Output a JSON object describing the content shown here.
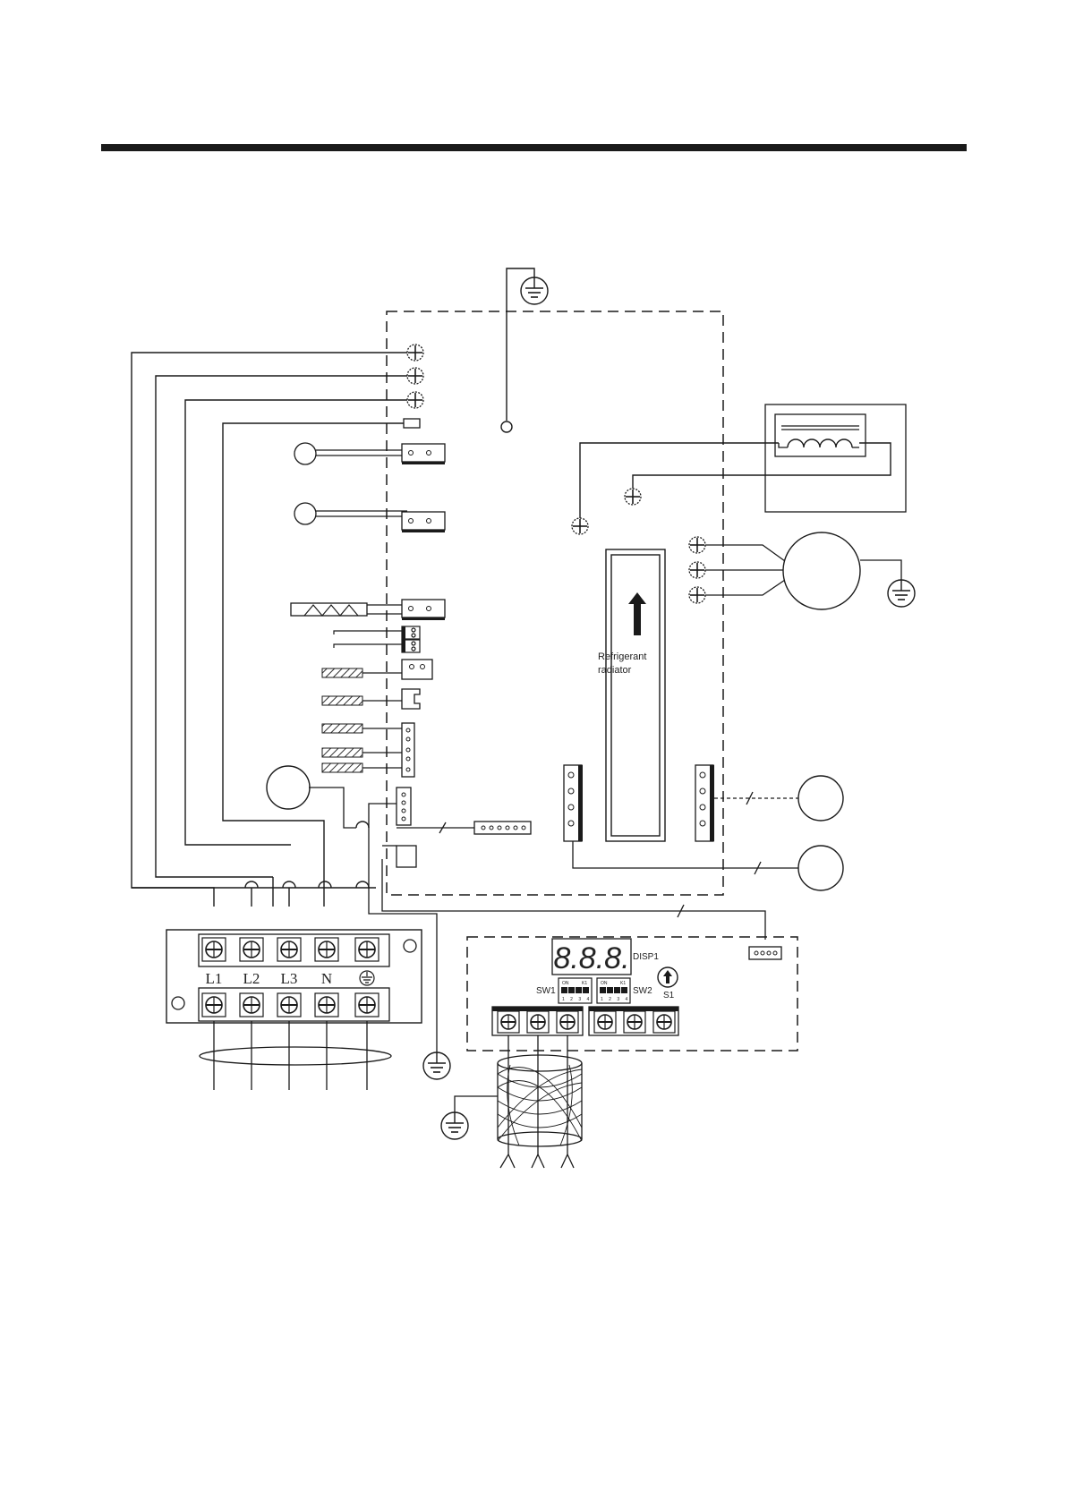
{
  "labels": {
    "refrigerant_line1": "Refrigerant",
    "refrigerant_line2": "radiator",
    "disp": "DISP1",
    "sw1": "SW1",
    "sw2": "SW2",
    "s1": "S1",
    "dip_on": "ON",
    "dip_k": "K1",
    "dip_numbers": "1 2 3 4",
    "display_digits": "8.8.8.",
    "t_l1": "L1",
    "t_l2": "L2",
    "t_l3": "L3",
    "t_n": "N"
  },
  "icons": {
    "terminal_screw": "terminal-screw-icon",
    "earth": "earth-ground-icon",
    "rotary_switch": "rotary-switch-icon"
  },
  "colors": {
    "line": "#1a1a1a",
    "hatch": "#333333",
    "background": "#ffffff"
  }
}
